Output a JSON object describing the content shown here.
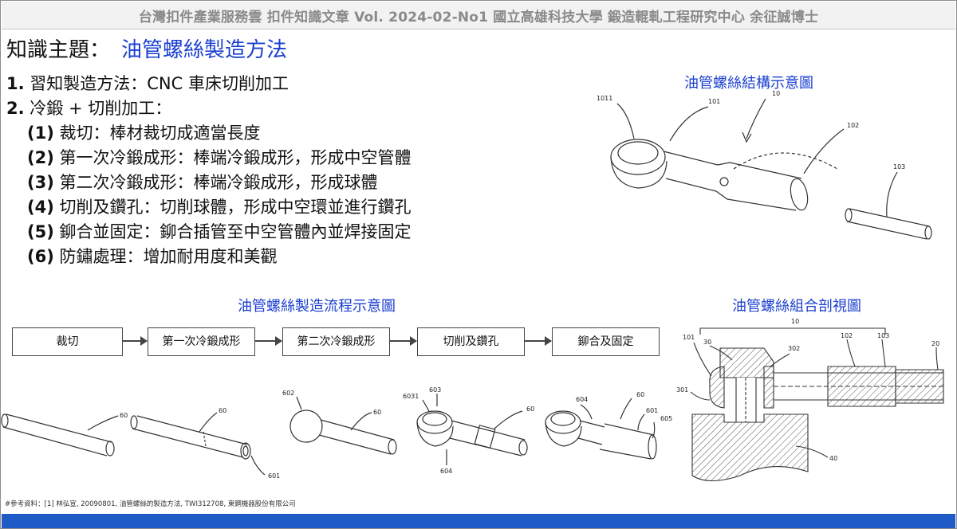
{
  "header": {
    "text": "台灣扣件產業服務雲  扣件知識文章  Vol. 2024-02-No1  國立高雄科技大學  鍛造輥軋工程研究中心  余征誠博士"
  },
  "topic": {
    "label": "知識主題：",
    "value": "油管螺絲製造方法"
  },
  "steps": [
    {
      "num": "1.",
      "text": " 習知製造方法：CNC 車床切削加工"
    },
    {
      "num": "2.",
      "text": " 冷鍛 + 切削加工："
    },
    {
      "num": "(1)",
      "text": " 裁切：棒材裁切成適當長度"
    },
    {
      "num": "(2)",
      "text": " 第一次冷鍛成形：棒端冷鍛成形，形成中空管體"
    },
    {
      "num": "(3)",
      "text": " 第二次冷鍛成形：棒端冷鍛成形，形成球體"
    },
    {
      "num": "(4)",
      "text": " 切削及鑽孔：切削球體，形成中空環並進行鑽孔"
    },
    {
      "num": "(5)",
      "text": " 鉚合並固定：鉚合插管至中空管體內並焊接固定"
    },
    {
      "num": "(6)",
      "text": " 防鏽處理：增加耐用度和美觀"
    }
  ],
  "figures": {
    "structure_title": "油管螺絲結構示意圖",
    "flow_title": "油管螺絲製造流程示意圖",
    "section_title": "油管螺絲組合剖視圖"
  },
  "structure_labels": {
    "a": "1011",
    "b": "101",
    "c": "10",
    "d": "102",
    "e": "103"
  },
  "flow": {
    "boxes": [
      "裁切",
      "第一次冷鍛成形",
      "第二次冷鍛成形",
      "切削及鑽孔",
      "鉚合及固定"
    ]
  },
  "process_labels": {
    "p1": "60",
    "p2a": "60",
    "p2b": "601",
    "p3a": "602",
    "p3b": "60",
    "p4a": "6031",
    "p4b": "603",
    "p4c": "60",
    "p4d": "604",
    "p5a": "604",
    "p5b": "60",
    "p5c": "601",
    "p5d": "605"
  },
  "section_labels": {
    "a": "10",
    "b": "101",
    "c": "30",
    "d": "302",
    "e": "102",
    "f": "103",
    "g": "20",
    "h": "301",
    "i": "40"
  },
  "reference": "#參考資料：[1] 林弘宣, 20090801, 油管螺絲的製造方法, TWI312708, 東鋼機器股份有限公司",
  "colors": {
    "accent": "#1a3fd0",
    "bar": "#1f5bc6",
    "header": "#8a8a8a"
  }
}
